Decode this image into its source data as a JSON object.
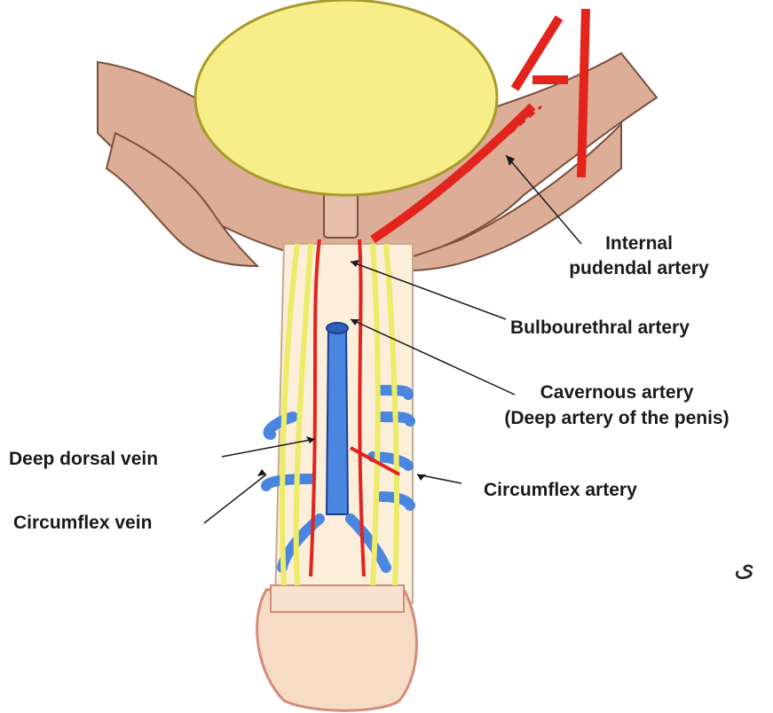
{
  "labels": {
    "internal_pudendal_line1": "Internal",
    "internal_pudendal_line2": "pudendal artery",
    "bulbourethral": "Bulbourethral artery",
    "cavernous_line1": "Cavernous artery",
    "cavernous_line2": "(Deep artery of the penis)",
    "deep_dorsal_vein": "Deep dorsal vein",
    "circumflex_artery": "Circumflex artery",
    "circumflex_vein": "Circumflex vein",
    "side_glyph": "ی"
  },
  "colors": {
    "bladder": "#f7ee8a",
    "bone": "#dcae98",
    "artery": "#e3241d",
    "vein": "#4a86e0",
    "nerve": "#ecec68",
    "shaft": "#fbeedb",
    "glans": "#f6dcc6"
  }
}
